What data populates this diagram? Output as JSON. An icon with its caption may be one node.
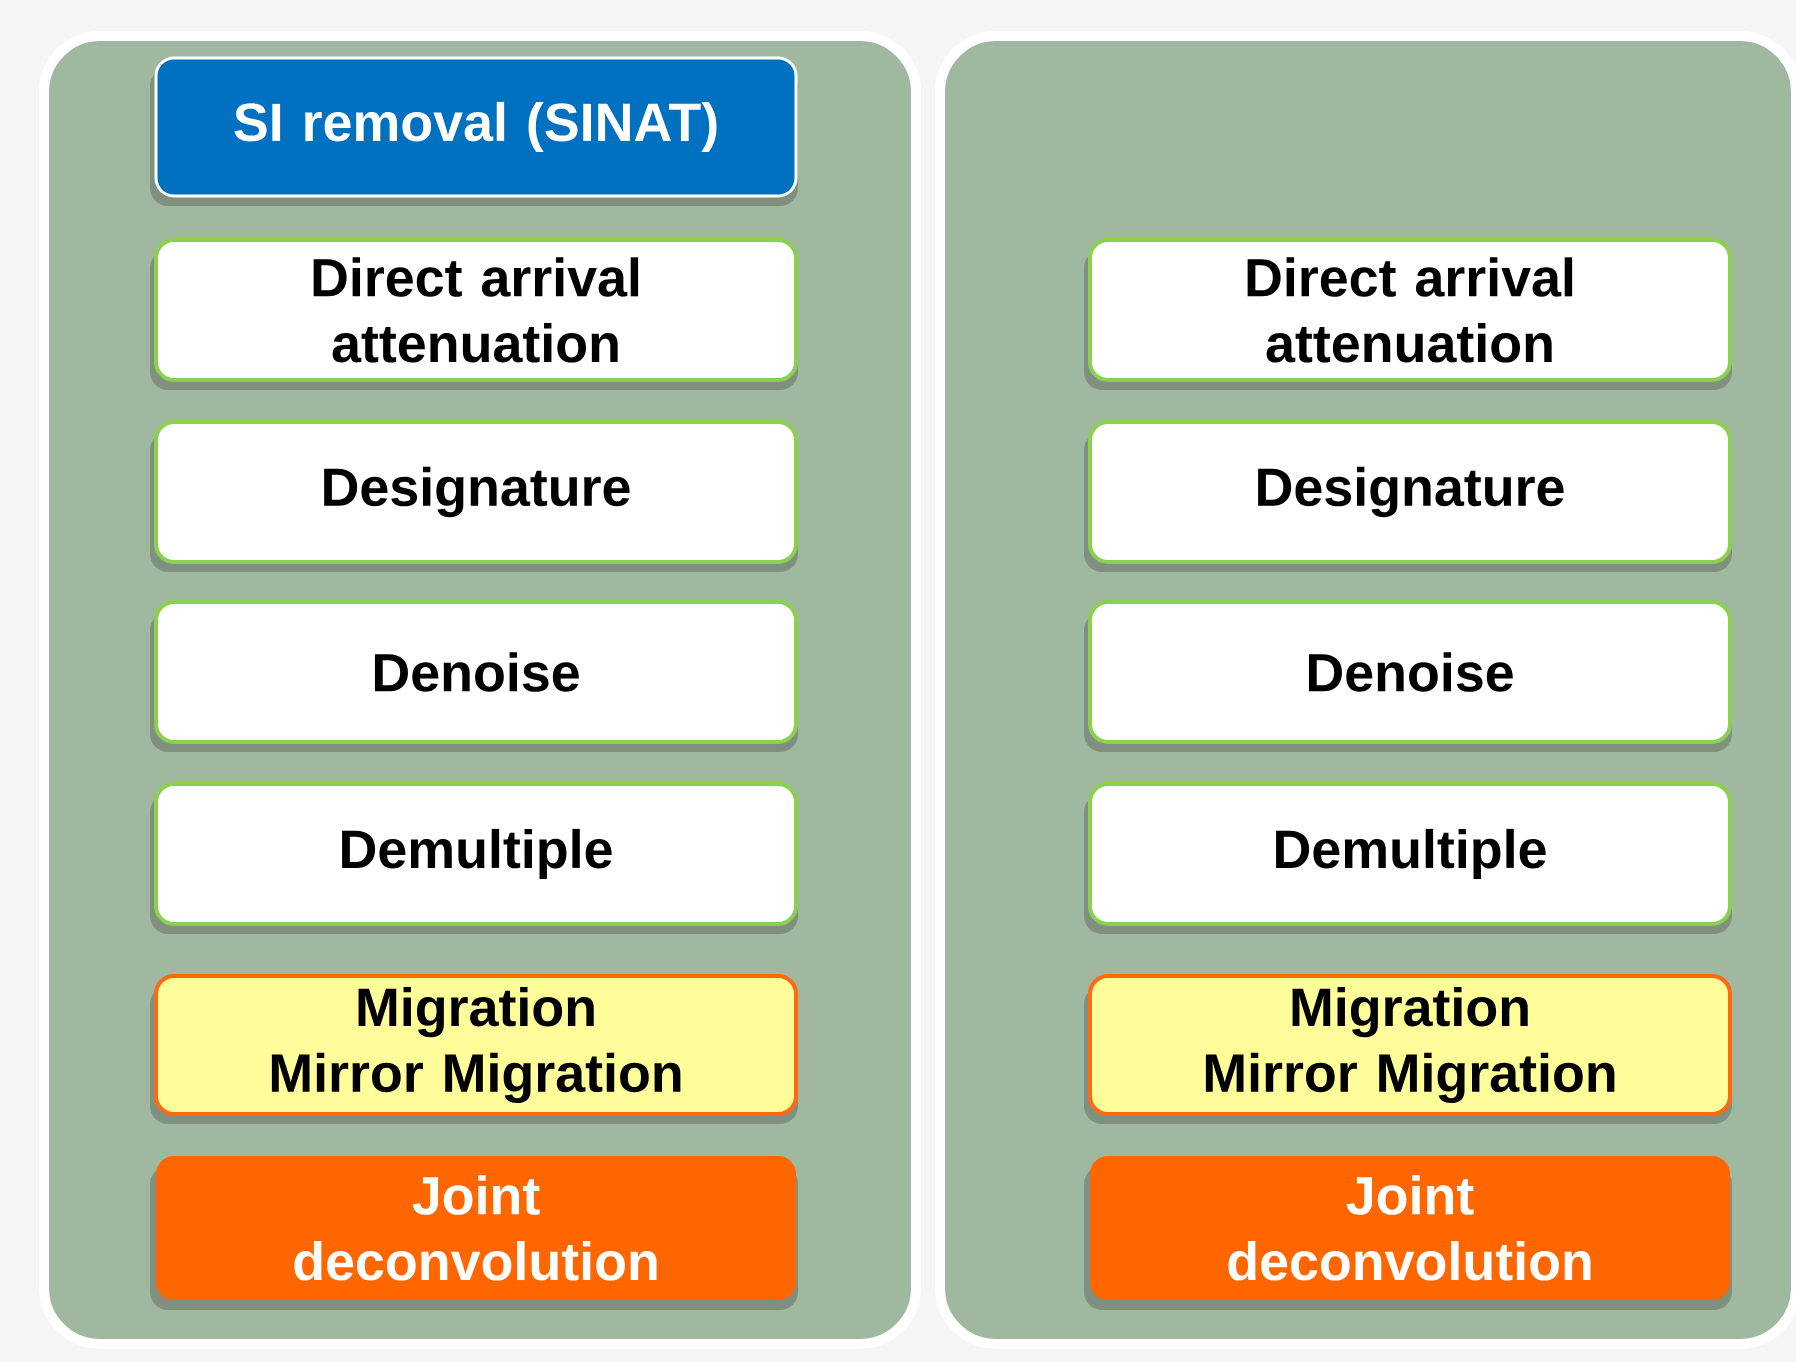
{
  "diagram": {
    "nodes": [
      {
        "text": [],
        "shape": "box"
      },
      {
        "text": [
          "SI removal (SINAT)"
        ],
        "in": 0
      },
      {
        "text": [
          "Direct arrival attenuation"
        ],
        "in": 0
      },
      {
        "text": [
          "Designature"
        ],
        "in": 0
      },
      {
        "text": [
          "Denoise"
        ],
        "in": 0
      },
      {
        "text": [
          "Demultiple"
        ],
        "in": 0
      },
      {
        "text": [
          "Migration",
          "Mirror Migration"
        ],
        "in": 0
      },
      {
        "text": [
          "Joint deconvolution"
        ],
        "in": 0
      },
      {
        "text": [],
        "shape": "box"
      },
      {
        "text": [
          "Direct arrival attenuation"
        ],
        "in": 8
      },
      {
        "text": [
          "Designature"
        ],
        "in": 8
      },
      {
        "text": [
          "Denoise"
        ],
        "in": 8
      },
      {
        "text": [
          "Demultiple"
        ],
        "in": 8
      },
      {
        "text": [
          "Migration",
          "Mirror Migration"
        ],
        "in": 8
      },
      {
        "text": [
          "Joint deconvolution"
        ],
        "in": 8
      }
    ]
  }
}
